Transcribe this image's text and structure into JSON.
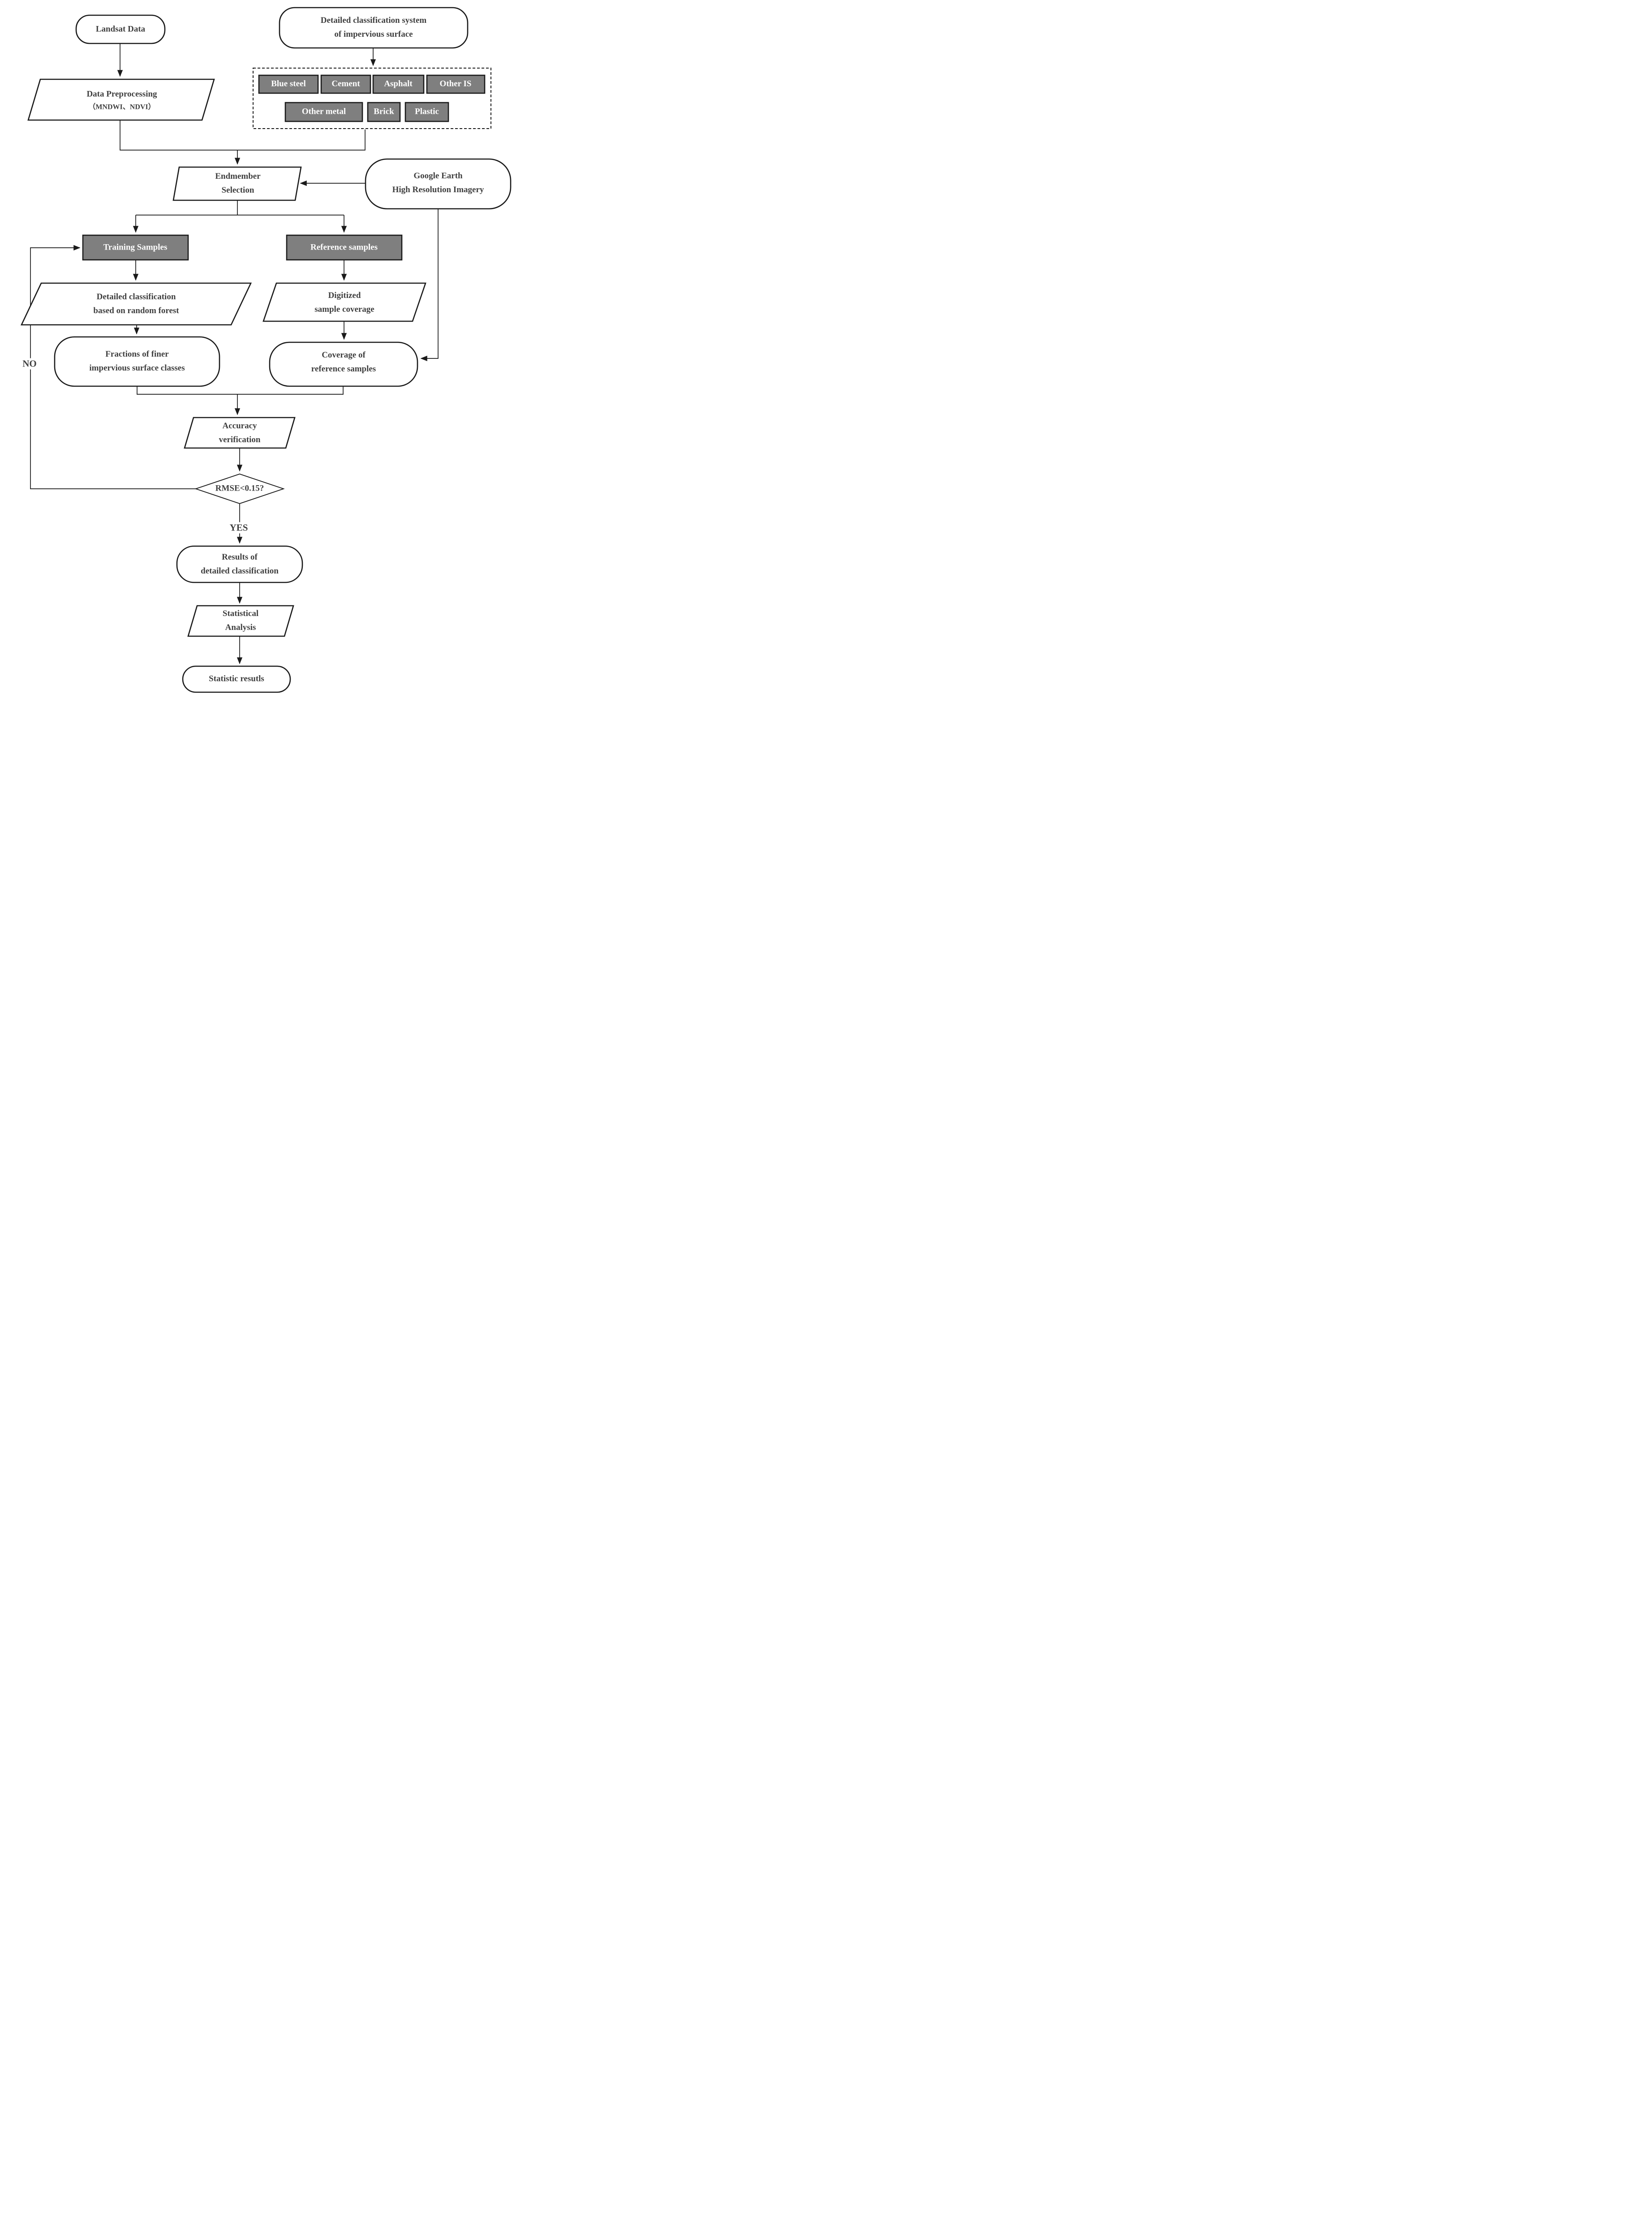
{
  "figure_type": "flowchart",
  "colors": {
    "line": "#1a1a1a",
    "text": "#3f3f3f",
    "category_box_fill": "#7f7f7f",
    "category_box_text": "#ffffff",
    "background": "#ffffff"
  },
  "nodes": {
    "landsat": {
      "label": "Landsat Data"
    },
    "classification_system": {
      "line1": "Detailed classification system",
      "line2": "of impervious surface"
    },
    "data_preprocessing": {
      "line1": "Data Preprocessing",
      "line2": "（MNDWI、NDVI）"
    },
    "impervious_categories": [
      "Blue steel",
      "Cement",
      "Asphalt",
      "Other IS",
      "Other metal",
      "Brick",
      "Plastic"
    ],
    "endmember_selection": {
      "line1": "Endmember",
      "line2": "Selection"
    },
    "google_earth": {
      "line1": "Google Earth",
      "line2": "High Resolution Imagery"
    },
    "training_samples": {
      "label": "Training Samples"
    },
    "reference_samples": {
      "label": "Reference samples"
    },
    "random_forest": {
      "line1": "Detailed classification",
      "line2": "based on random forest"
    },
    "digitized_coverage": {
      "line1": "Digitized",
      "line2": "sample coverage"
    },
    "fractions": {
      "line1": "Fractions of finer",
      "line2": "impervious surface classes"
    },
    "coverage_reference": {
      "line1": "Coverage of",
      "line2": "reference samples"
    },
    "accuracy_verification": {
      "line1": "Accuracy",
      "line2": "verification"
    },
    "decision": {
      "label": "RMSE<0.15?"
    },
    "results": {
      "line1": "Results of",
      "line2": "detailed classification"
    },
    "statistical_analysis": {
      "line1": "Statistical",
      "line2": "Analysis"
    },
    "statistic_results": {
      "label": "Statistic resutls"
    }
  },
  "edge_labels": {
    "yes": "YES",
    "no": "NO"
  }
}
